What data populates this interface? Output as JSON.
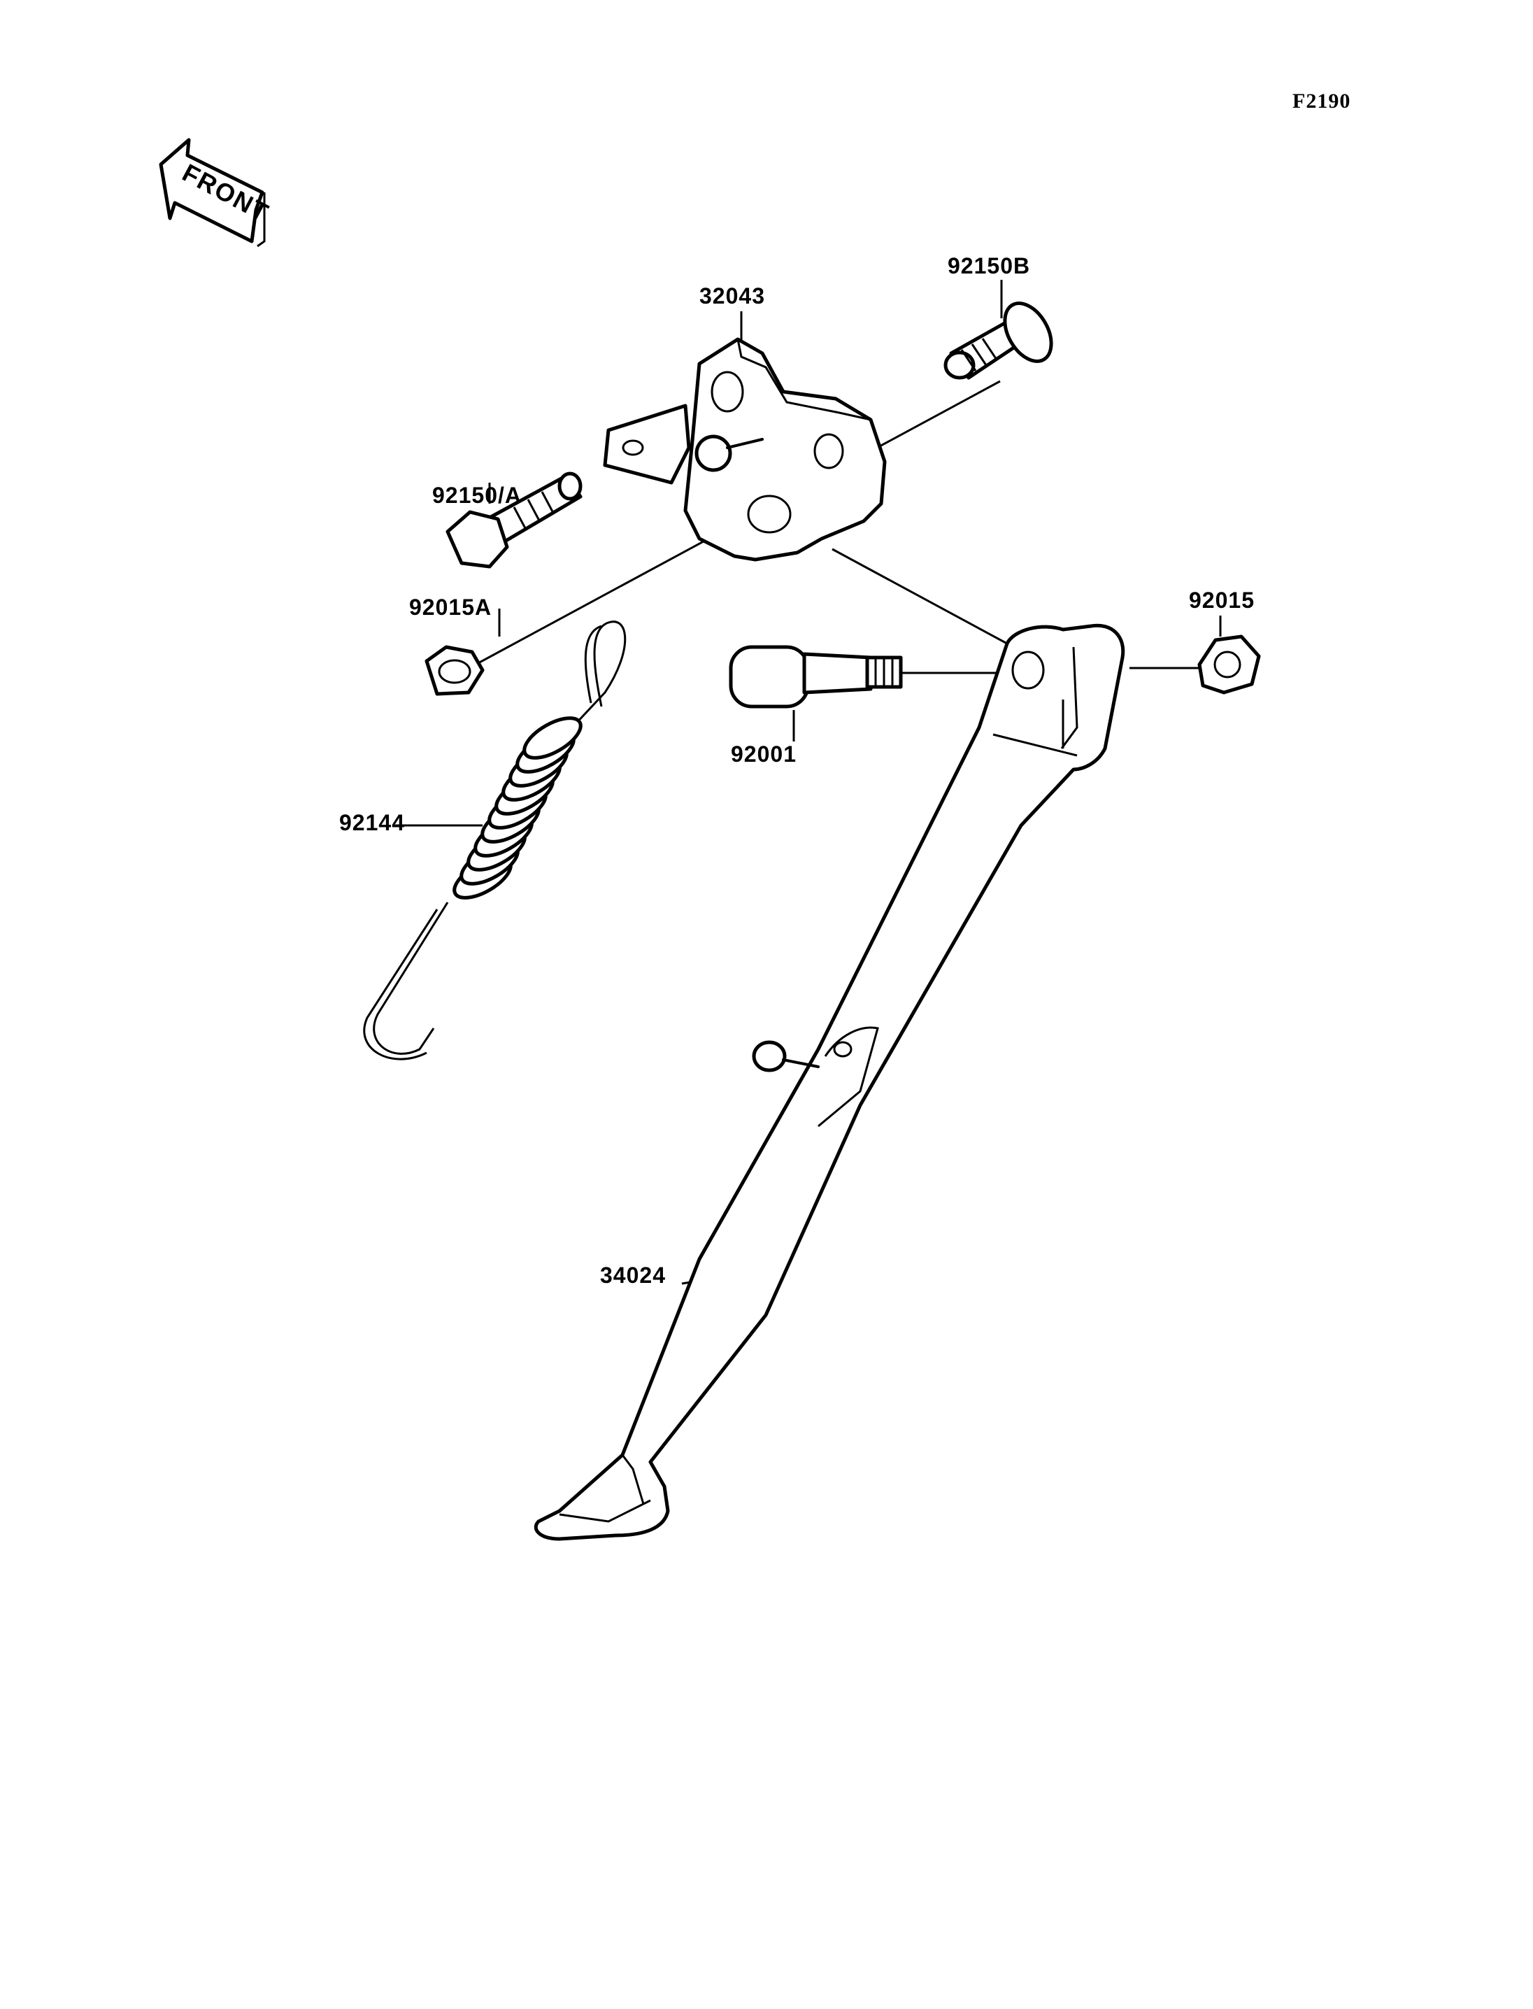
{
  "figure_id": "F2190",
  "front_arrow_text": "FRONT",
  "parts": [
    {
      "key": "bracket",
      "number": "32043"
    },
    {
      "key": "bolt_b",
      "number": "92150B"
    },
    {
      "key": "bolt_a",
      "number": "92150/A"
    },
    {
      "key": "nut_a",
      "number": "92015A"
    },
    {
      "key": "nut",
      "number": "92015"
    },
    {
      "key": "pivot_bolt",
      "number": "92001"
    },
    {
      "key": "spring",
      "number": "92144"
    },
    {
      "key": "side_stand",
      "number": "34024"
    }
  ]
}
